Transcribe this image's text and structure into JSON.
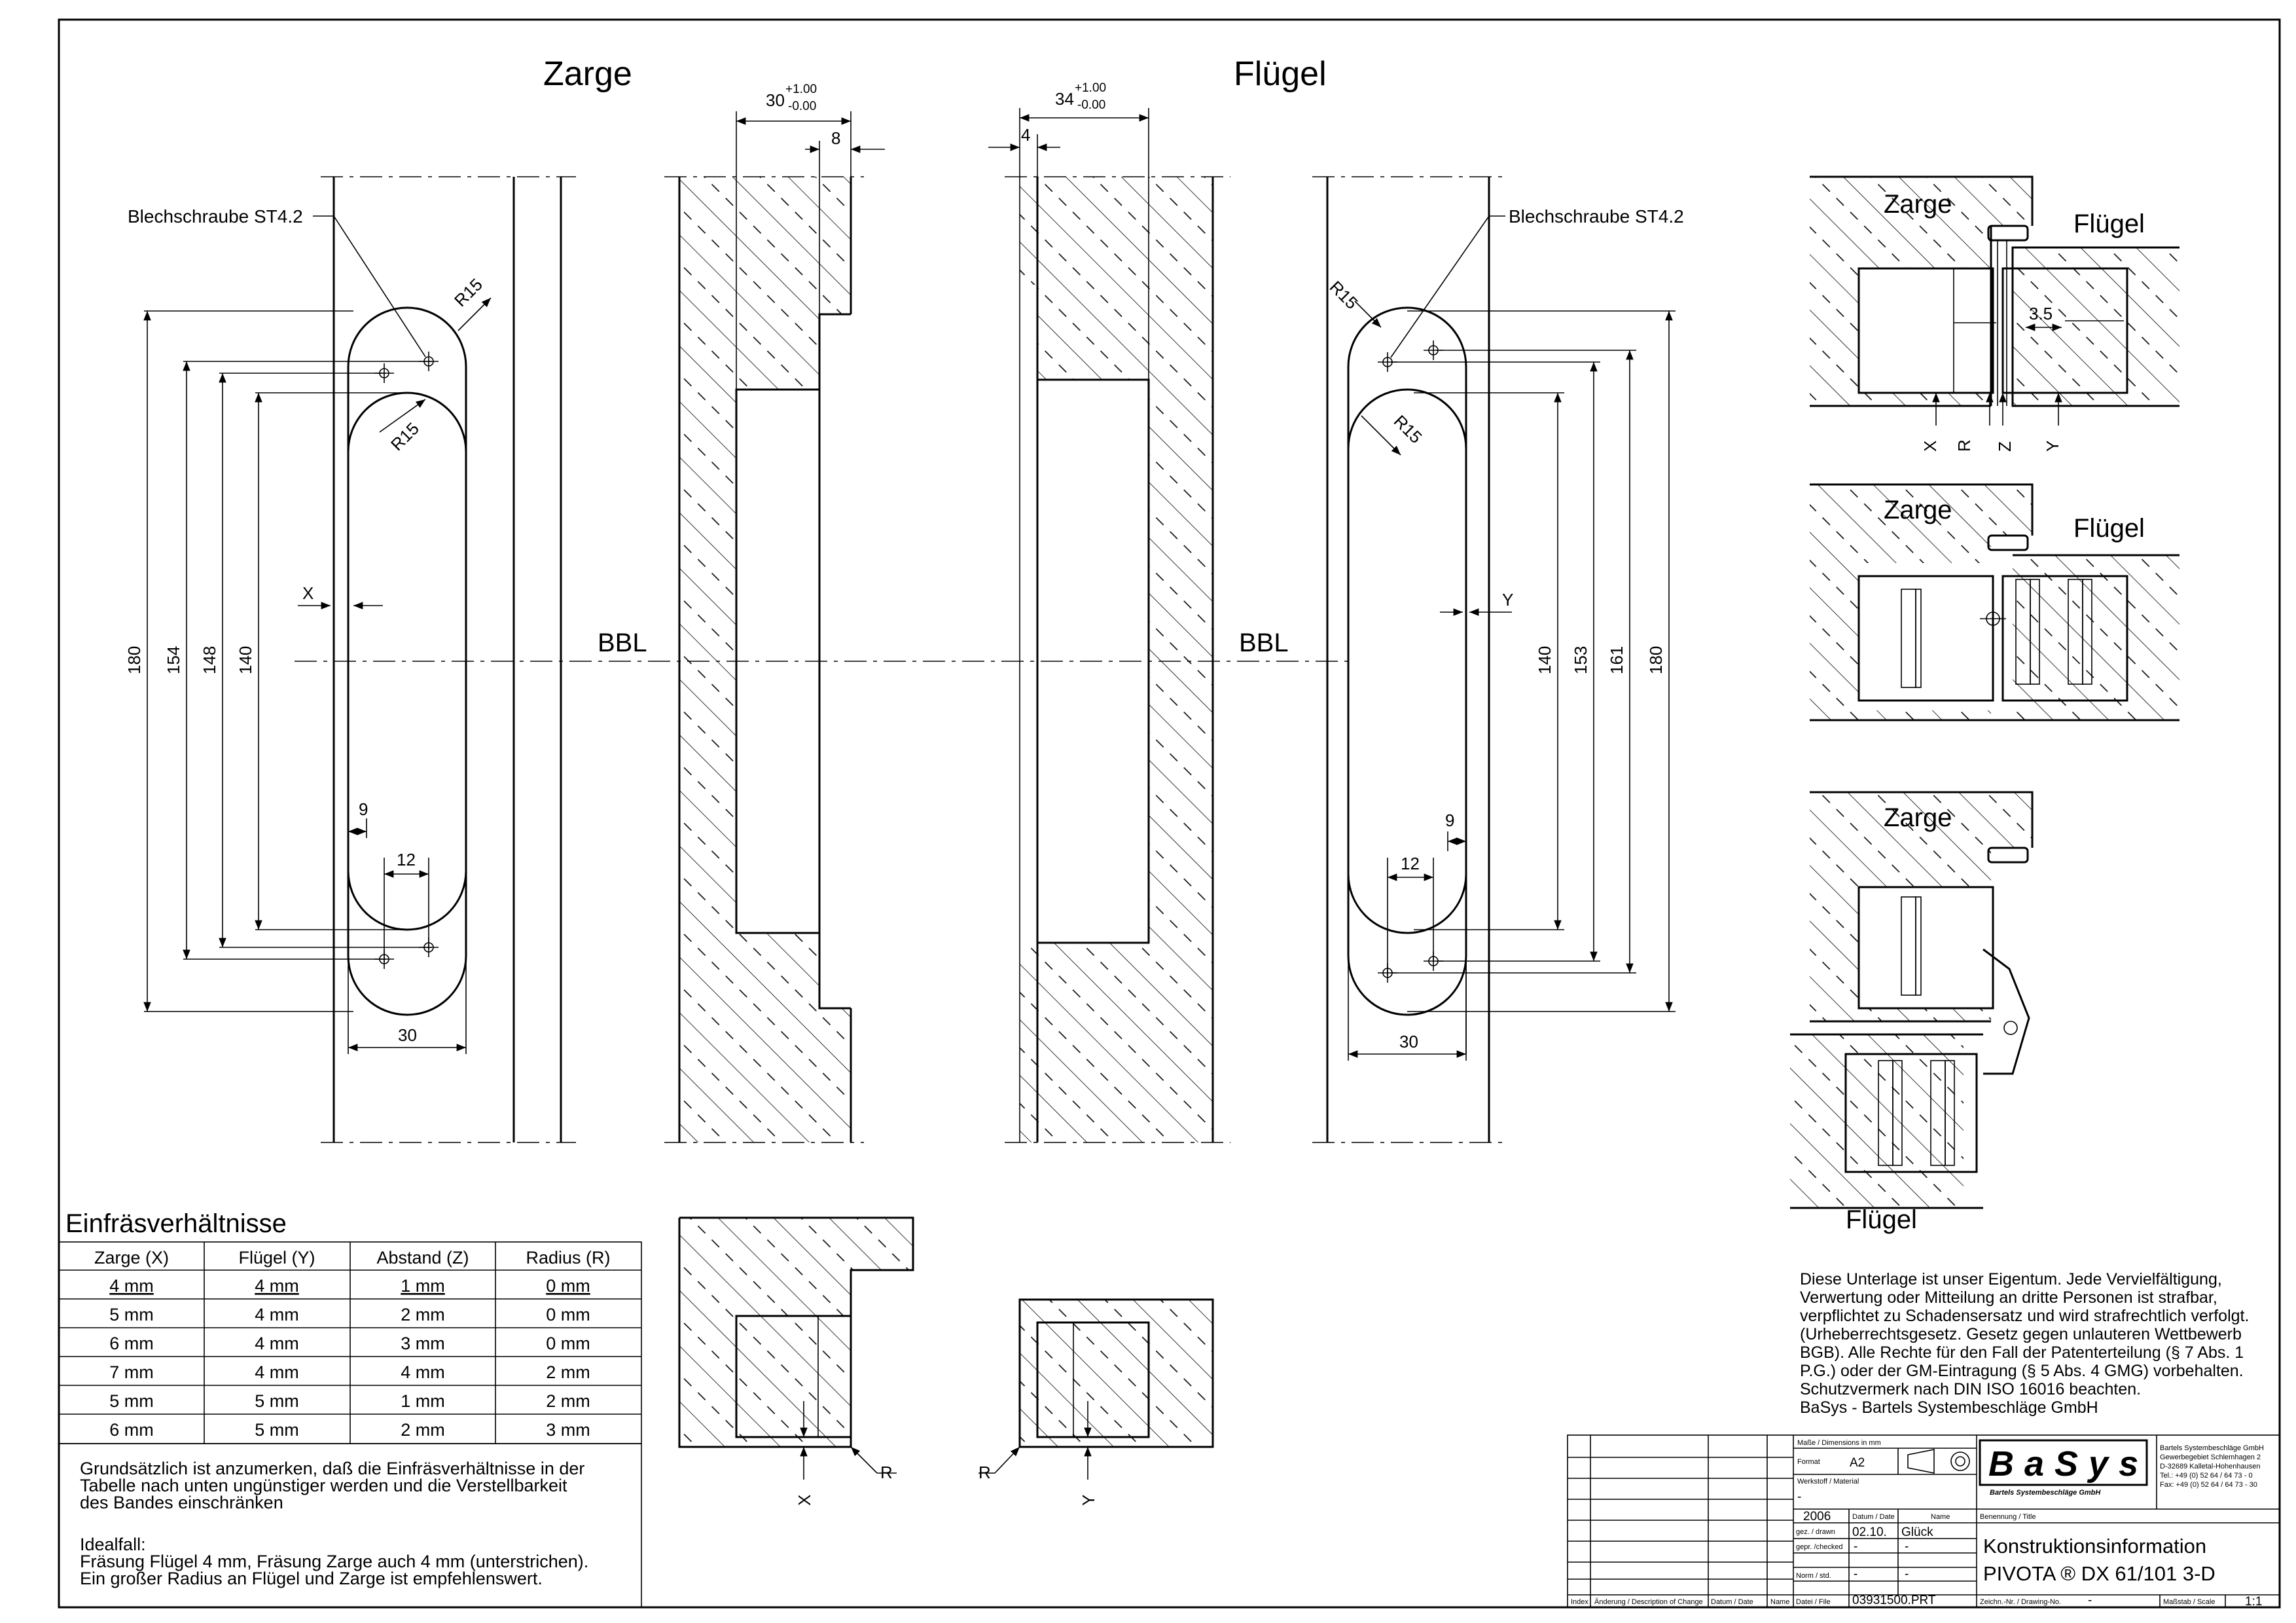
{
  "views": {
    "zarge_title": "Zarge",
    "fluegel_title": "Flügel",
    "bbl_left": "BBL",
    "bbl_right": "BBL",
    "screw_left": "Blechschraube ST4.2",
    "screw_right": "Blechschraube ST4.2"
  },
  "dims": {
    "r15_a": "R15",
    "r15_b": "R15",
    "r15_c": "R15",
    "r15_d": "R15",
    "l180": "180",
    "l154": "154",
    "l148": "148",
    "l140": "140",
    "r140": "140",
    "r153": "153",
    "r161": "161",
    "r180": "180",
    "x_mark": "X",
    "y_mark": "Y",
    "w9_left": "9",
    "w12_left": "12",
    "w30_left": "30",
    "w9_right": "9",
    "w12_right": "12",
    "w30_right": "30",
    "sec_left_base": "30",
    "sec_left_tol_up": "+1.00",
    "sec_left_tol_dn": "-0.00",
    "sec_left_8": "8",
    "sec_right_base": "34",
    "sec_right_tol_up": "+1.00",
    "sec_right_tol_dn": "-0.00",
    "sec_right_4": "4"
  },
  "details": {
    "d1_zarge": "Zarge",
    "d1_fluegel": "Flügel",
    "d1_35": "3.5",
    "d1_letters": [
      "X",
      "R",
      "Z",
      "Y"
    ],
    "d2_zarge": "Zarge",
    "d2_fluegel": "Flügel",
    "d3_zarge": "Zarge",
    "d3_fluegel": "Flügel"
  },
  "sections": {
    "r_left": "R",
    "x_left": "X",
    "r_right": "R",
    "y_right": "Y"
  },
  "table": {
    "title": "Einfräsverhältnisse",
    "headers": [
      "Zarge (X)",
      "Flügel (Y)",
      "Abstand (Z)",
      "Radius (R)"
    ],
    "rows": [
      [
        "4 mm",
        "4 mm",
        "1 mm",
        "0 mm"
      ],
      [
        "5 mm",
        "4 mm",
        "2 mm",
        "0 mm"
      ],
      [
        "6 mm",
        "4 mm",
        "3 mm",
        "0 mm"
      ],
      [
        "7 mm",
        "4 mm",
        "4 mm",
        "2 mm"
      ],
      [
        "5 mm",
        "5 mm",
        "1 mm",
        "2 mm"
      ],
      [
        "6 mm",
        "5 mm",
        "2 mm",
        "3 mm"
      ]
    ]
  },
  "notes": {
    "n1": "Grundsätzlich ist anzumerken, daß die Einfräsverhältnisse in der",
    "n2": "Tabelle nach unten ungünstiger werden und die Verstellbarkeit",
    "n3": "des Bandes einschränken",
    "n4": "Idealfall:",
    "n5": "Fräsung Flügel 4 mm, Fräsung Zarge auch 4 mm (unterstrichen).",
    "n6": "Ein großer Radius an Flügel und Zarge ist empfehlenswert."
  },
  "legal": [
    "Diese Unterlage ist unser Eigentum. Jede Vervielfältigung,",
    "Verwertung oder Mitteilung an dritte Personen ist strafbar,",
    "verpflichtet zu Schadensersatz und wird strafrechtlich verfolgt.",
    "(Urheberrechtsgesetz. Gesetz gegen unlauteren Wettbewerb",
    "BGB). Alle Rechte für den Fall der Patenterteilung (§ 7 Abs. 1",
    "P.G.) oder der GM-Eintragung (§ 5 Abs. 4 GMG) vorbehalten.",
    "Schutzvermerk nach DIN ISO 16016 beachten.",
    "BaSys - Bartels Systembeschläge GmbH"
  ],
  "titleblock": {
    "masse": "Maße / Dimensions in mm",
    "format_lbl": "Format",
    "format": "A2",
    "werkstoff": "Werkstoff / Material",
    "dash": "-",
    "year": "2006",
    "datum_lbl": "Datum / Date",
    "name_lbl": "Name",
    "gez": "gez. / drawn",
    "date": "02.10.",
    "drawer": "Glück",
    "gepr": "gepr. /checked",
    "norm": "Norm / std.",
    "index": "Index",
    "aenderung": "Änderung / Description of Change",
    "datum2": "Datum / Date",
    "name2": "Name",
    "datei_lbl": "Datei / File",
    "file": "03931500.PRT",
    "zeich_lbl": "Zeichn.-Nr. / Drawing-No.",
    "drawing_no": "-",
    "massstab_lbl": "Maßstab / Scale",
    "scale": "1:1",
    "benennung": "Benennung / Title",
    "title1": "Konstruktionsinformation",
    "title2": "PIVOTA ® DX 61/101 3-D",
    "logo": "BaSys",
    "logo_sub": "Bartels Systembeschläge GmbH",
    "company": [
      "Bartels Systembeschläge GmbH",
      "Gewerbegebiet Schlemhagen 2",
      "D-32689 Kalletal-Hohenhausen",
      "Tel.:   +49 (0) 52 64 / 64 73 - 0",
      "Fax:   +49 (0) 52 64 / 64 73 - 30"
    ]
  }
}
